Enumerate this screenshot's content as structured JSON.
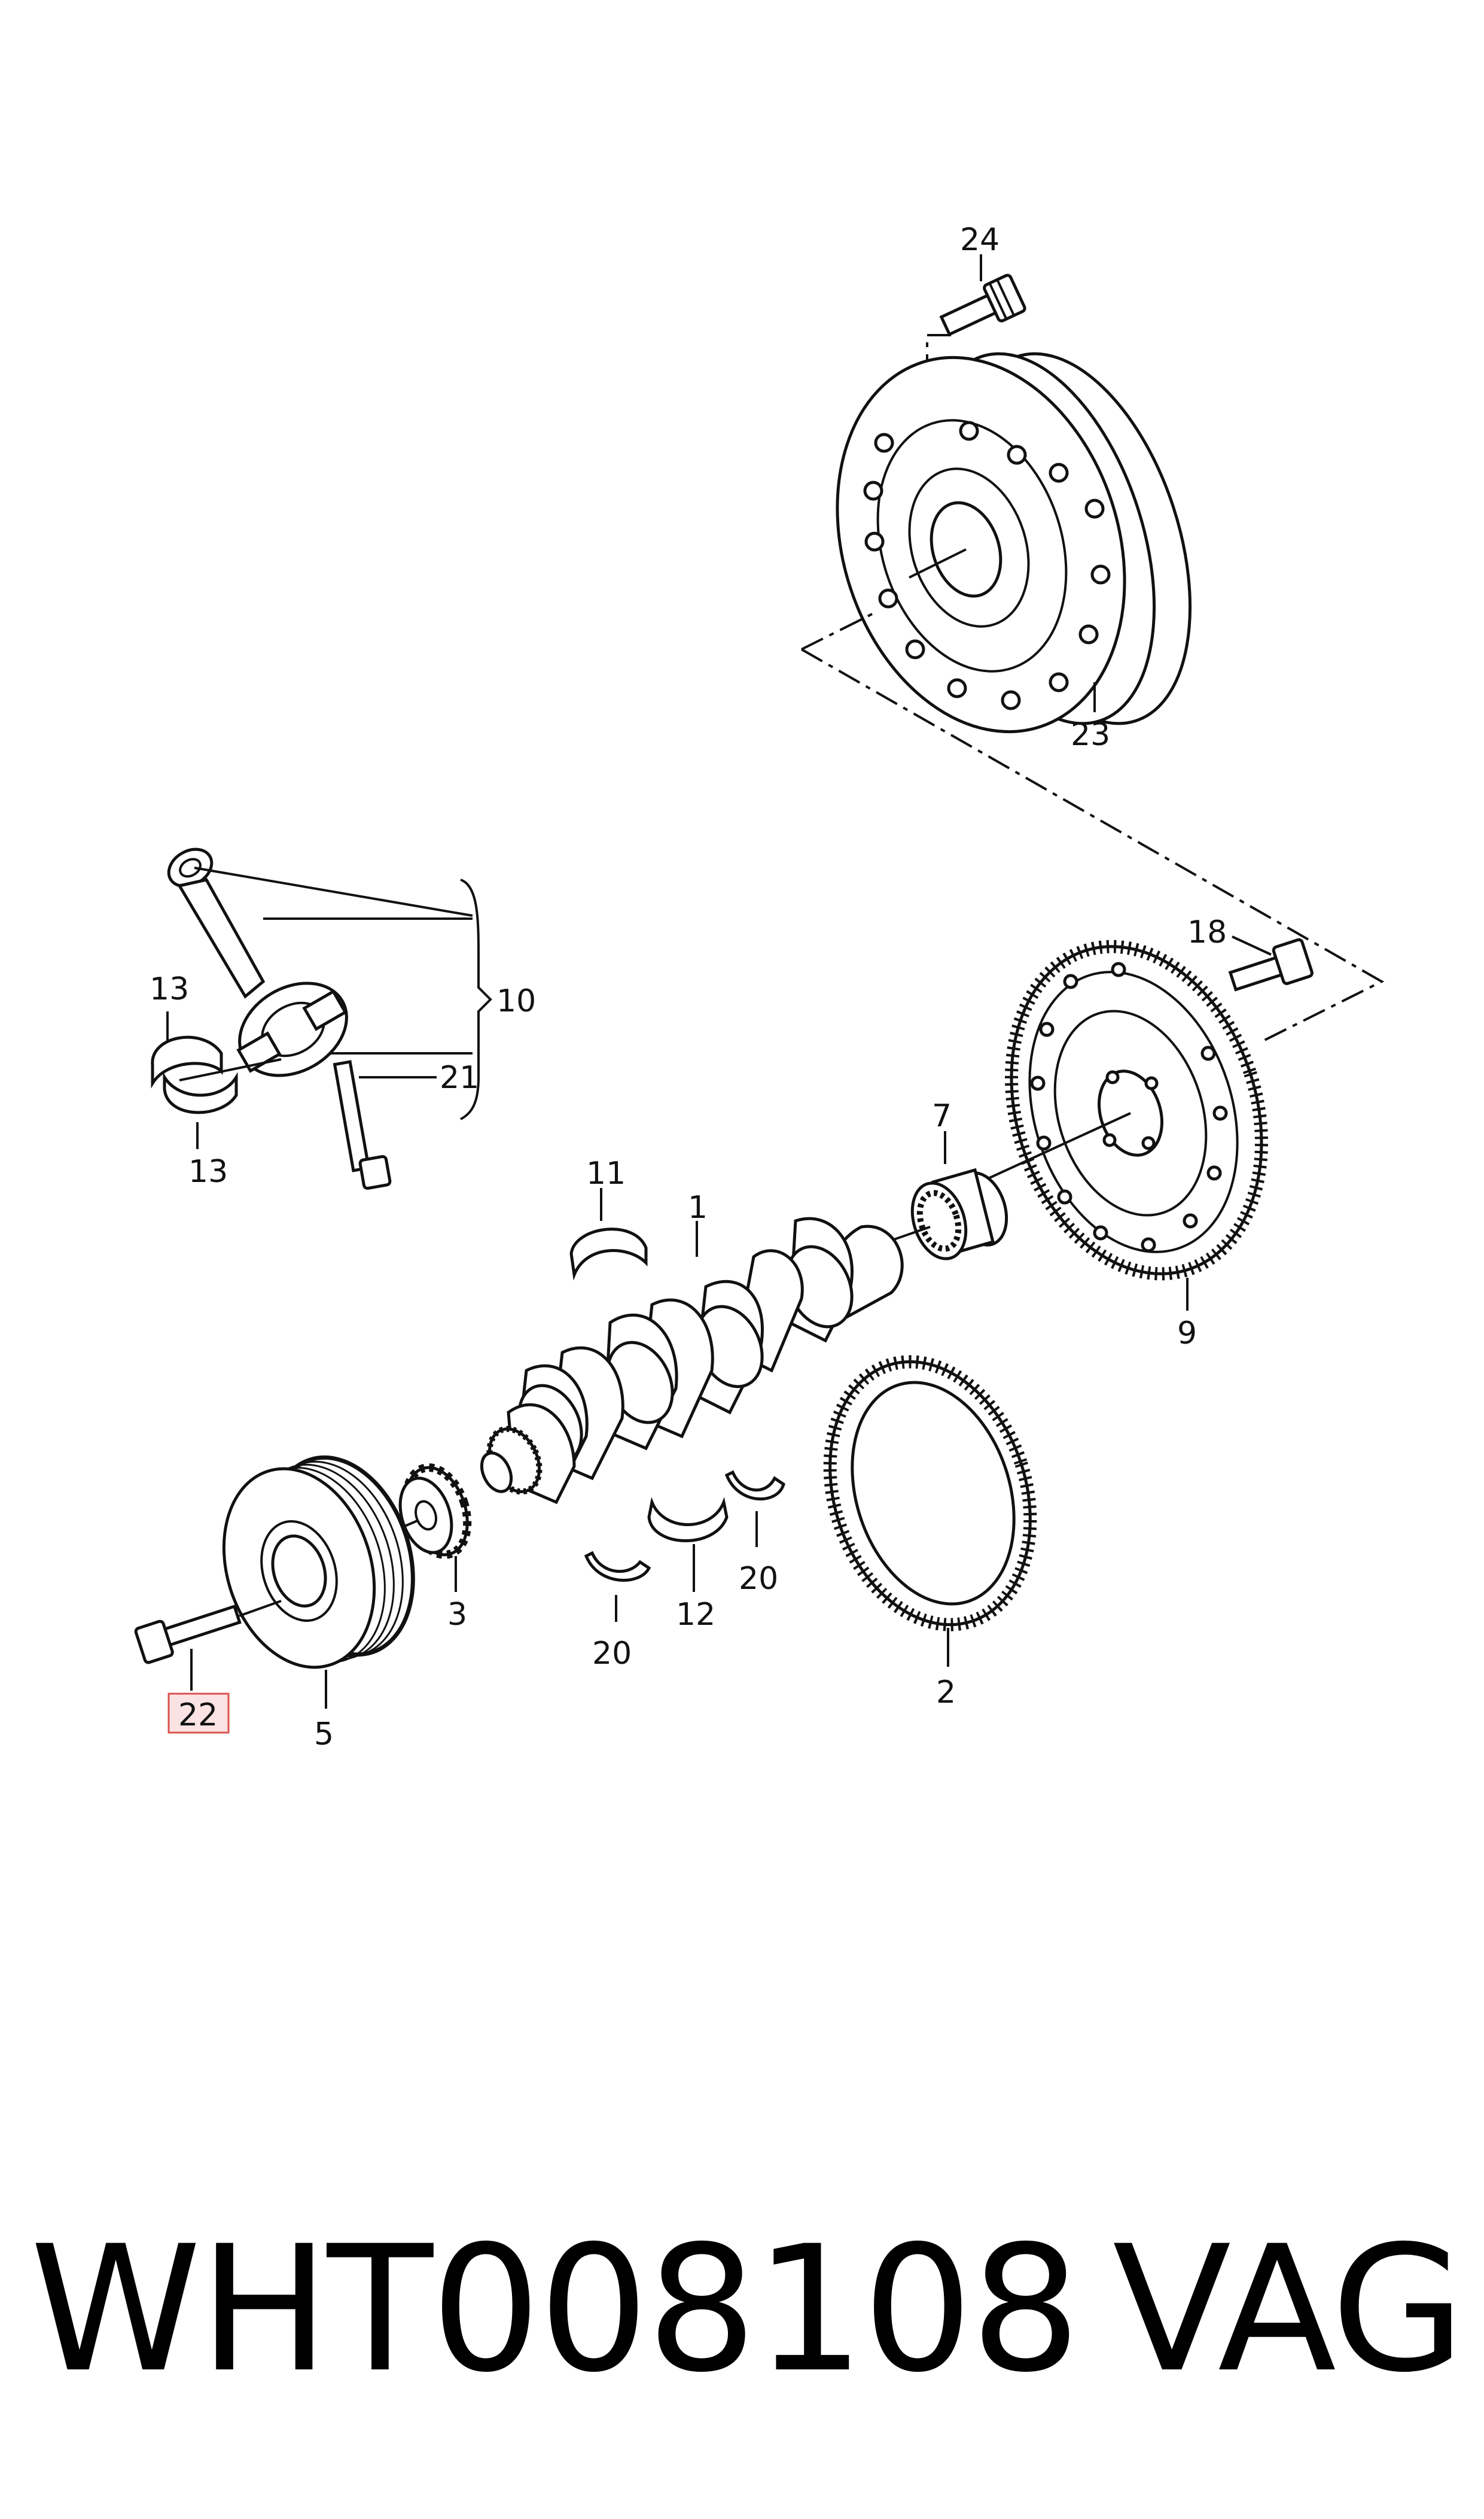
{
  "footer": {
    "part_number": "WHT008108",
    "brand": "VAG"
  },
  "colors": {
    "line": "#111111",
    "highlight_border": "#d9534f",
    "highlight_fill": "#fbe3e3"
  },
  "callouts": [
    {
      "id": "24",
      "label": "24",
      "part": "bolt"
    },
    {
      "id": "23",
      "label": "23",
      "part": "drive-plate"
    },
    {
      "id": "18",
      "label": "18",
      "part": "bolt"
    },
    {
      "id": "10",
      "label": "10",
      "part": "connecting-rod-assembly"
    },
    {
      "id": "13a",
      "label": "13",
      "part": "bearing-shell"
    },
    {
      "id": "13b",
      "label": "13",
      "part": "bearing-shell"
    },
    {
      "id": "21",
      "label": "21",
      "part": "bolt"
    },
    {
      "id": "7",
      "label": "7",
      "part": "needle-bearing"
    },
    {
      "id": "11",
      "label": "11",
      "part": "bearing-shell"
    },
    {
      "id": "1",
      "label": "1",
      "part": "crankshaft"
    },
    {
      "id": "9",
      "label": "9",
      "part": "flywheel"
    },
    {
      "id": "20a",
      "label": "20",
      "part": "thrust-washer"
    },
    {
      "id": "20b",
      "label": "20",
      "part": "thrust-washer"
    },
    {
      "id": "12",
      "label": "12",
      "part": "bearing-shell"
    },
    {
      "id": "3",
      "label": "3",
      "part": "sprocket"
    },
    {
      "id": "2",
      "label": "2",
      "part": "ring-gear"
    },
    {
      "id": "5",
      "label": "5",
      "part": "vibration-damper"
    },
    {
      "id": "22",
      "label": "22",
      "part": "bolt",
      "highlighted": true
    }
  ]
}
